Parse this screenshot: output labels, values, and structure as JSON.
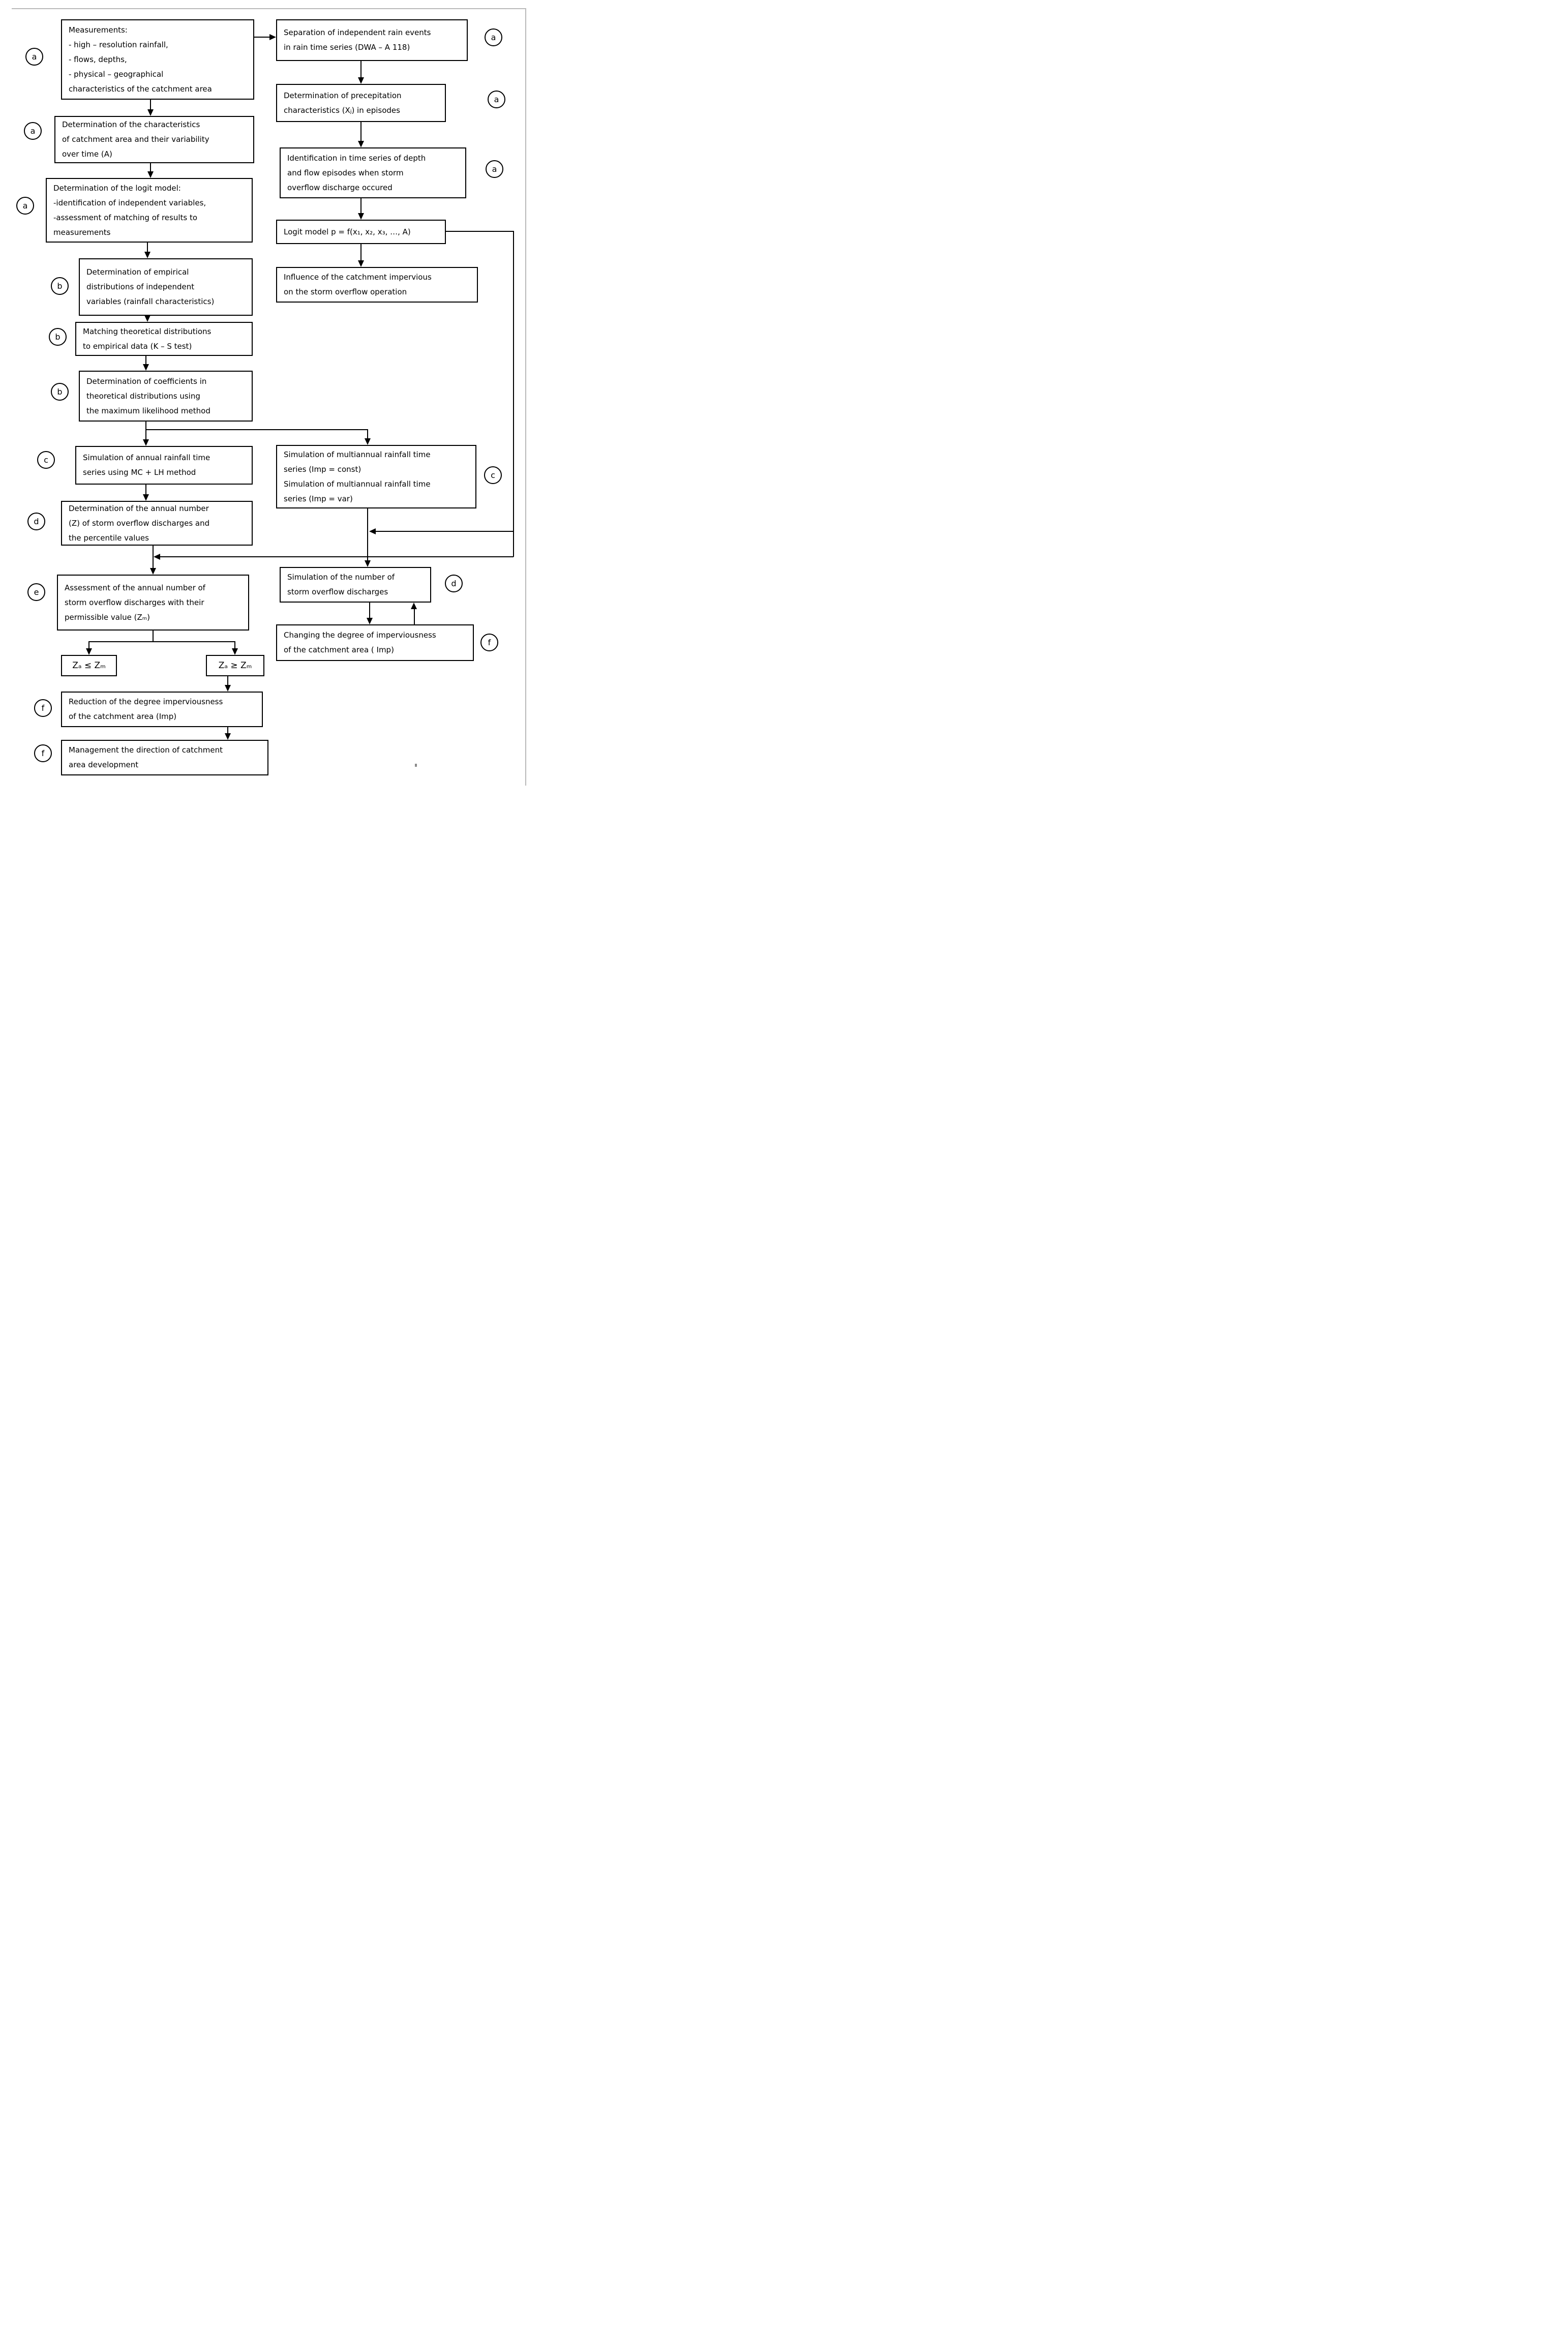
{
  "page": {
    "background": "#ffffff",
    "line_color": "#000000",
    "frame_color": "#b9b9b9"
  },
  "boxes": {
    "measurements": "Measurements:\n- high – resolution rainfall,\n- flows, depths,\n- physical – geographical\ncharacteristics of the catchment area",
    "catchment_characteristics": "Determination of the characteristics\nof catchment area and their variability\nover time (A)",
    "logit_model_determination": "Determination of the logit model:\n-identification of independent variables,\n-assessment of matching of results to\nmeasurements",
    "empirical_distributions": "Determination of empirical\ndistributions of independent\nvariables (rainfall characteristics)",
    "matching_theoretical": "Matching theoretical distributions\nto empirical data (K – S test)",
    "coefficients_determination": "Determination of coefficients in\ntheoretical distributions using\nthe maximum likelihood method",
    "simulation_annual": "Simulation of annual rainfall time\nseries using MC + LH method",
    "annual_number_z": "Determination of the annual number\n(Z) of storm overflow discharges and\nthe percentile values",
    "assessment": "Assessment of the annual number of\nstorm overflow discharges with their\npermissible value (Zₘ)",
    "za_le_zm": "Zₐ ≤ Zₘ",
    "za_ge_zm": "Zₐ ≥ Zₘ",
    "reduction": "Reduction of the degree imperviousness\nof the catchment area (Imp)",
    "management": "Management the direction of catchment\narea development",
    "separation": "Separation of independent rain events\nin rain time series (DWA – A 118)",
    "precipitation_characteristics": "Determination of precepitation\ncharacteristics (Xⱼ) in episodes",
    "identification_episodes": "Identification in time series of depth\nand flow episodes when storm\noverflow discharge occured",
    "logit_model_formula": "Logit model p = f(x₁, x₂, x₃, …, A)",
    "influence_impervious": "Influence of the catchment impervious\non the storm overflow operation",
    "simulation_multiannual": "Simulation of multiannual rainfall time\nseries (Imp = const)\nSimulation of multiannual rainfall time\nseries (Imp = var)",
    "simulation_number": "Simulation of the number of\nstorm overflow discharges",
    "changing_degree": "Changing the degree of imperviousness\nof the catchment area ( Imp)"
  },
  "circles": {
    "a1": "a",
    "a2": "a",
    "a3": "a",
    "b1": "b",
    "b2": "b",
    "b3": "b",
    "c1": "c",
    "d1": "d",
    "e1": "e",
    "f1": "f",
    "f2": "f",
    "a4": "a",
    "a5": "a",
    "a6": "a",
    "c2": "c",
    "d2": "d",
    "f3": "f"
  }
}
